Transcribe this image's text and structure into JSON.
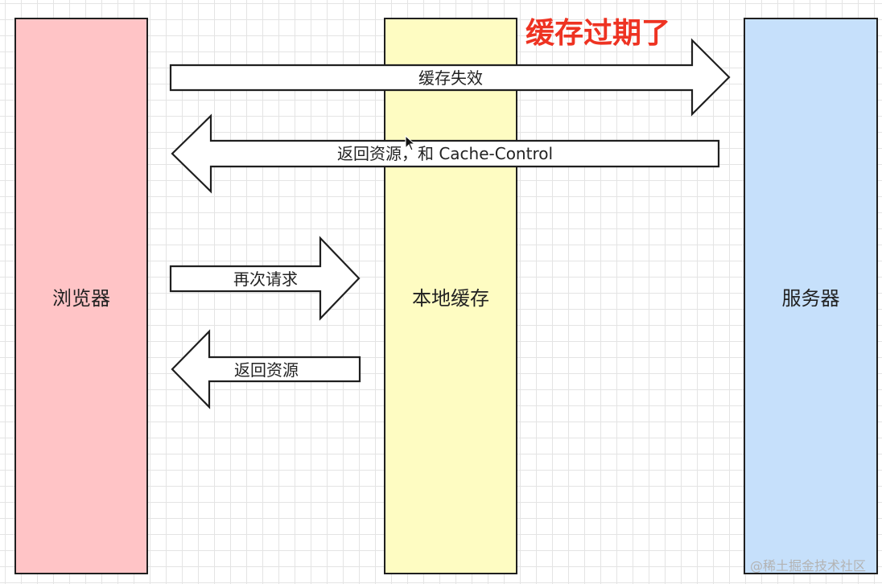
{
  "lanes": {
    "browser": "浏览器",
    "cache": "本地缓存",
    "server": "服务器"
  },
  "annotation": {
    "expired": "缓存过期了",
    "color": "#ee3322"
  },
  "arrows": {
    "cache_invalid": "缓存失效",
    "return_with_cache_control": "返回资源，和 Cache-Control",
    "request_again": "再次请求",
    "return_resource": "返回资源"
  },
  "colors": {
    "browser_fill": "#ffc4c6",
    "cache_fill": "#fefcc2",
    "server_fill": "#c6e0fb"
  },
  "watermark": "@稀土掘金技术社区"
}
